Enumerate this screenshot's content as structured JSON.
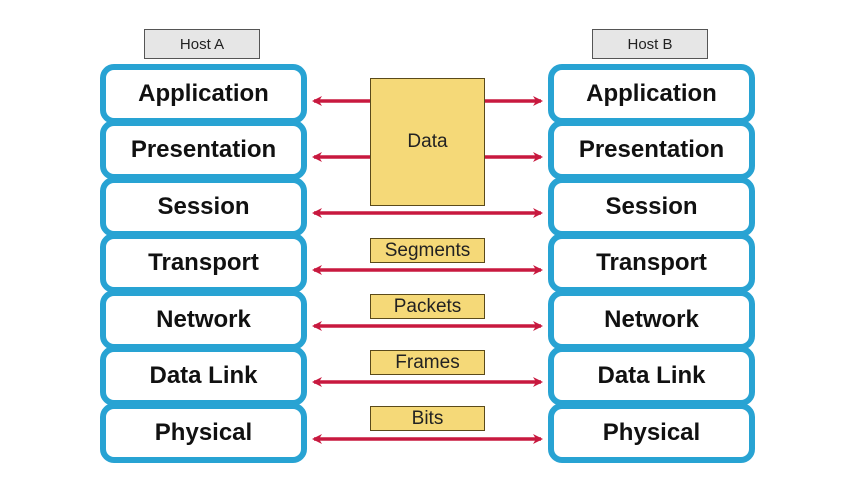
{
  "hosts": [
    {
      "label": "Host A"
    },
    {
      "label": "Host B"
    }
  ],
  "layers": [
    "Application",
    "Presentation",
    "Session",
    "Transport",
    "Network",
    "Data Link",
    "Physical"
  ],
  "pdus": {
    "data": "Data",
    "segments": "Segments",
    "packets": "Packets",
    "frames": "Frames",
    "bits": "Bits"
  },
  "colors": {
    "layer_border": "#28a3d3",
    "arrow": "#c8193f",
    "pdu_fill": "#f5d978",
    "host_label_fill": "#e6e6e6"
  }
}
